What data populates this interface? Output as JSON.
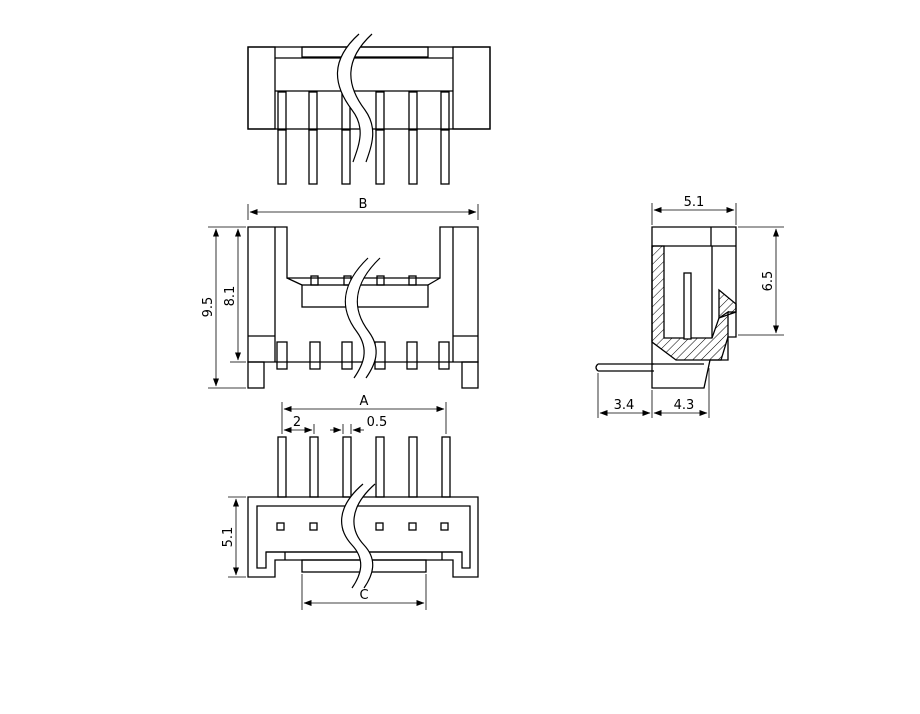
{
  "labels": {
    "dim_b": "B",
    "dim_height_total": "9.5",
    "dim_height_body": "8.1",
    "dim_a": "A",
    "dim_pitch": "2",
    "dim_pin_width": "0.5",
    "dim_depth_bottom": "5.1",
    "dim_c": "C",
    "dim_side_width": "5.1",
    "dim_side_height": "6.5",
    "dim_pin_length": "3.4",
    "dim_body_depth": "4.3"
  }
}
